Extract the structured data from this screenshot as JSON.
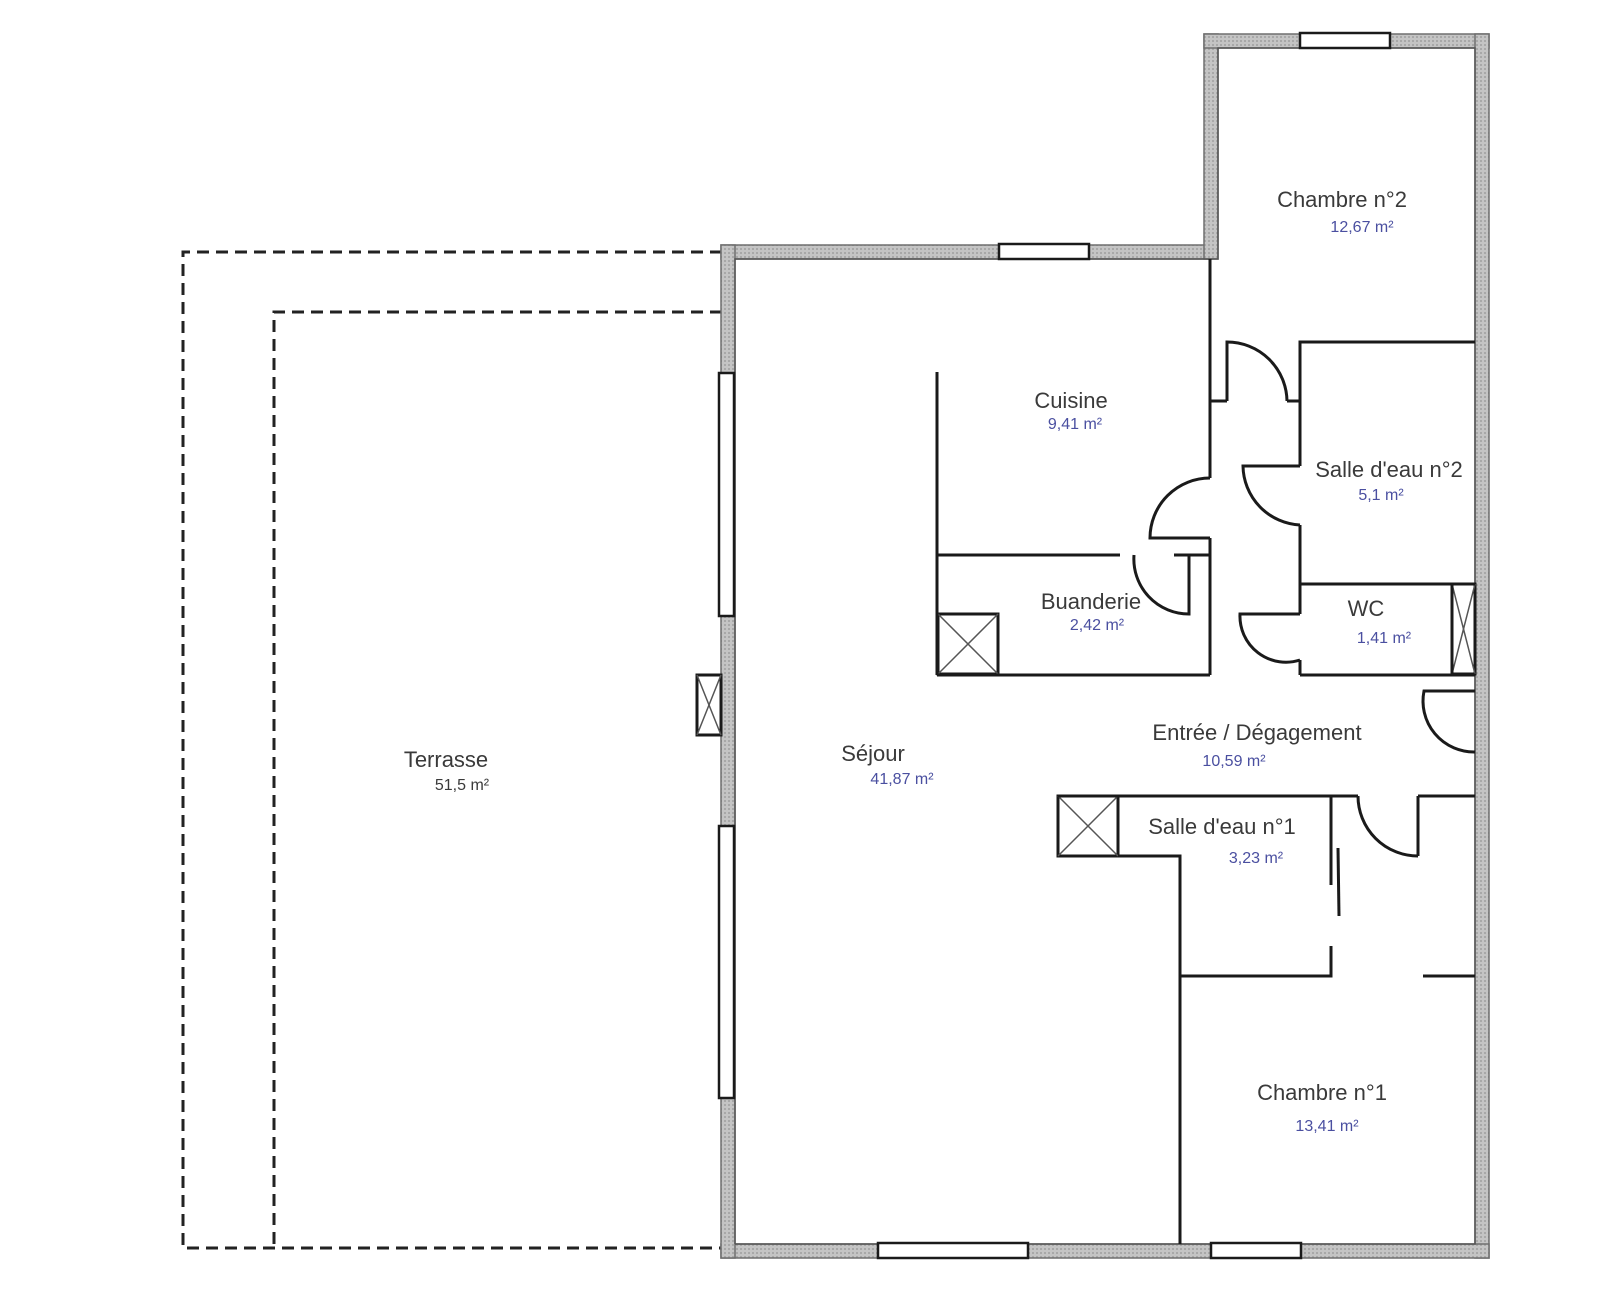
{
  "plan": {
    "rooms": {
      "chambre2": {
        "name": "Chambre n°2",
        "area": "12,67  m²"
      },
      "cuisine": {
        "name": "Cuisine",
        "area": "9,41  m²"
      },
      "salle_eau2": {
        "name": "Salle d'eau n°2",
        "area": "5,1  m²"
      },
      "buanderie": {
        "name": "Buanderie",
        "area": "2,42  m²"
      },
      "wc": {
        "name": "WC",
        "area": "1,41  m²"
      },
      "entree": {
        "name": "Entrée / Dégagement",
        "area": "10,59  m²"
      },
      "salle_eau1": {
        "name": "Salle d'eau n°1",
        "area": "3,23  m²"
      },
      "sejour": {
        "name": "Séjour",
        "area": "41,87  m²"
      },
      "terrasse": {
        "name": "Terrasse",
        "area": "51,5  m²"
      },
      "chambre1": {
        "name": "Chambre n°1",
        "area": "13,41  m²"
      }
    },
    "colors": {
      "wall": "#b9b9b9",
      "line": "#1a1a1a",
      "name_text": "#3a3a3a",
      "area_text": "#4a4fa0"
    }
  }
}
